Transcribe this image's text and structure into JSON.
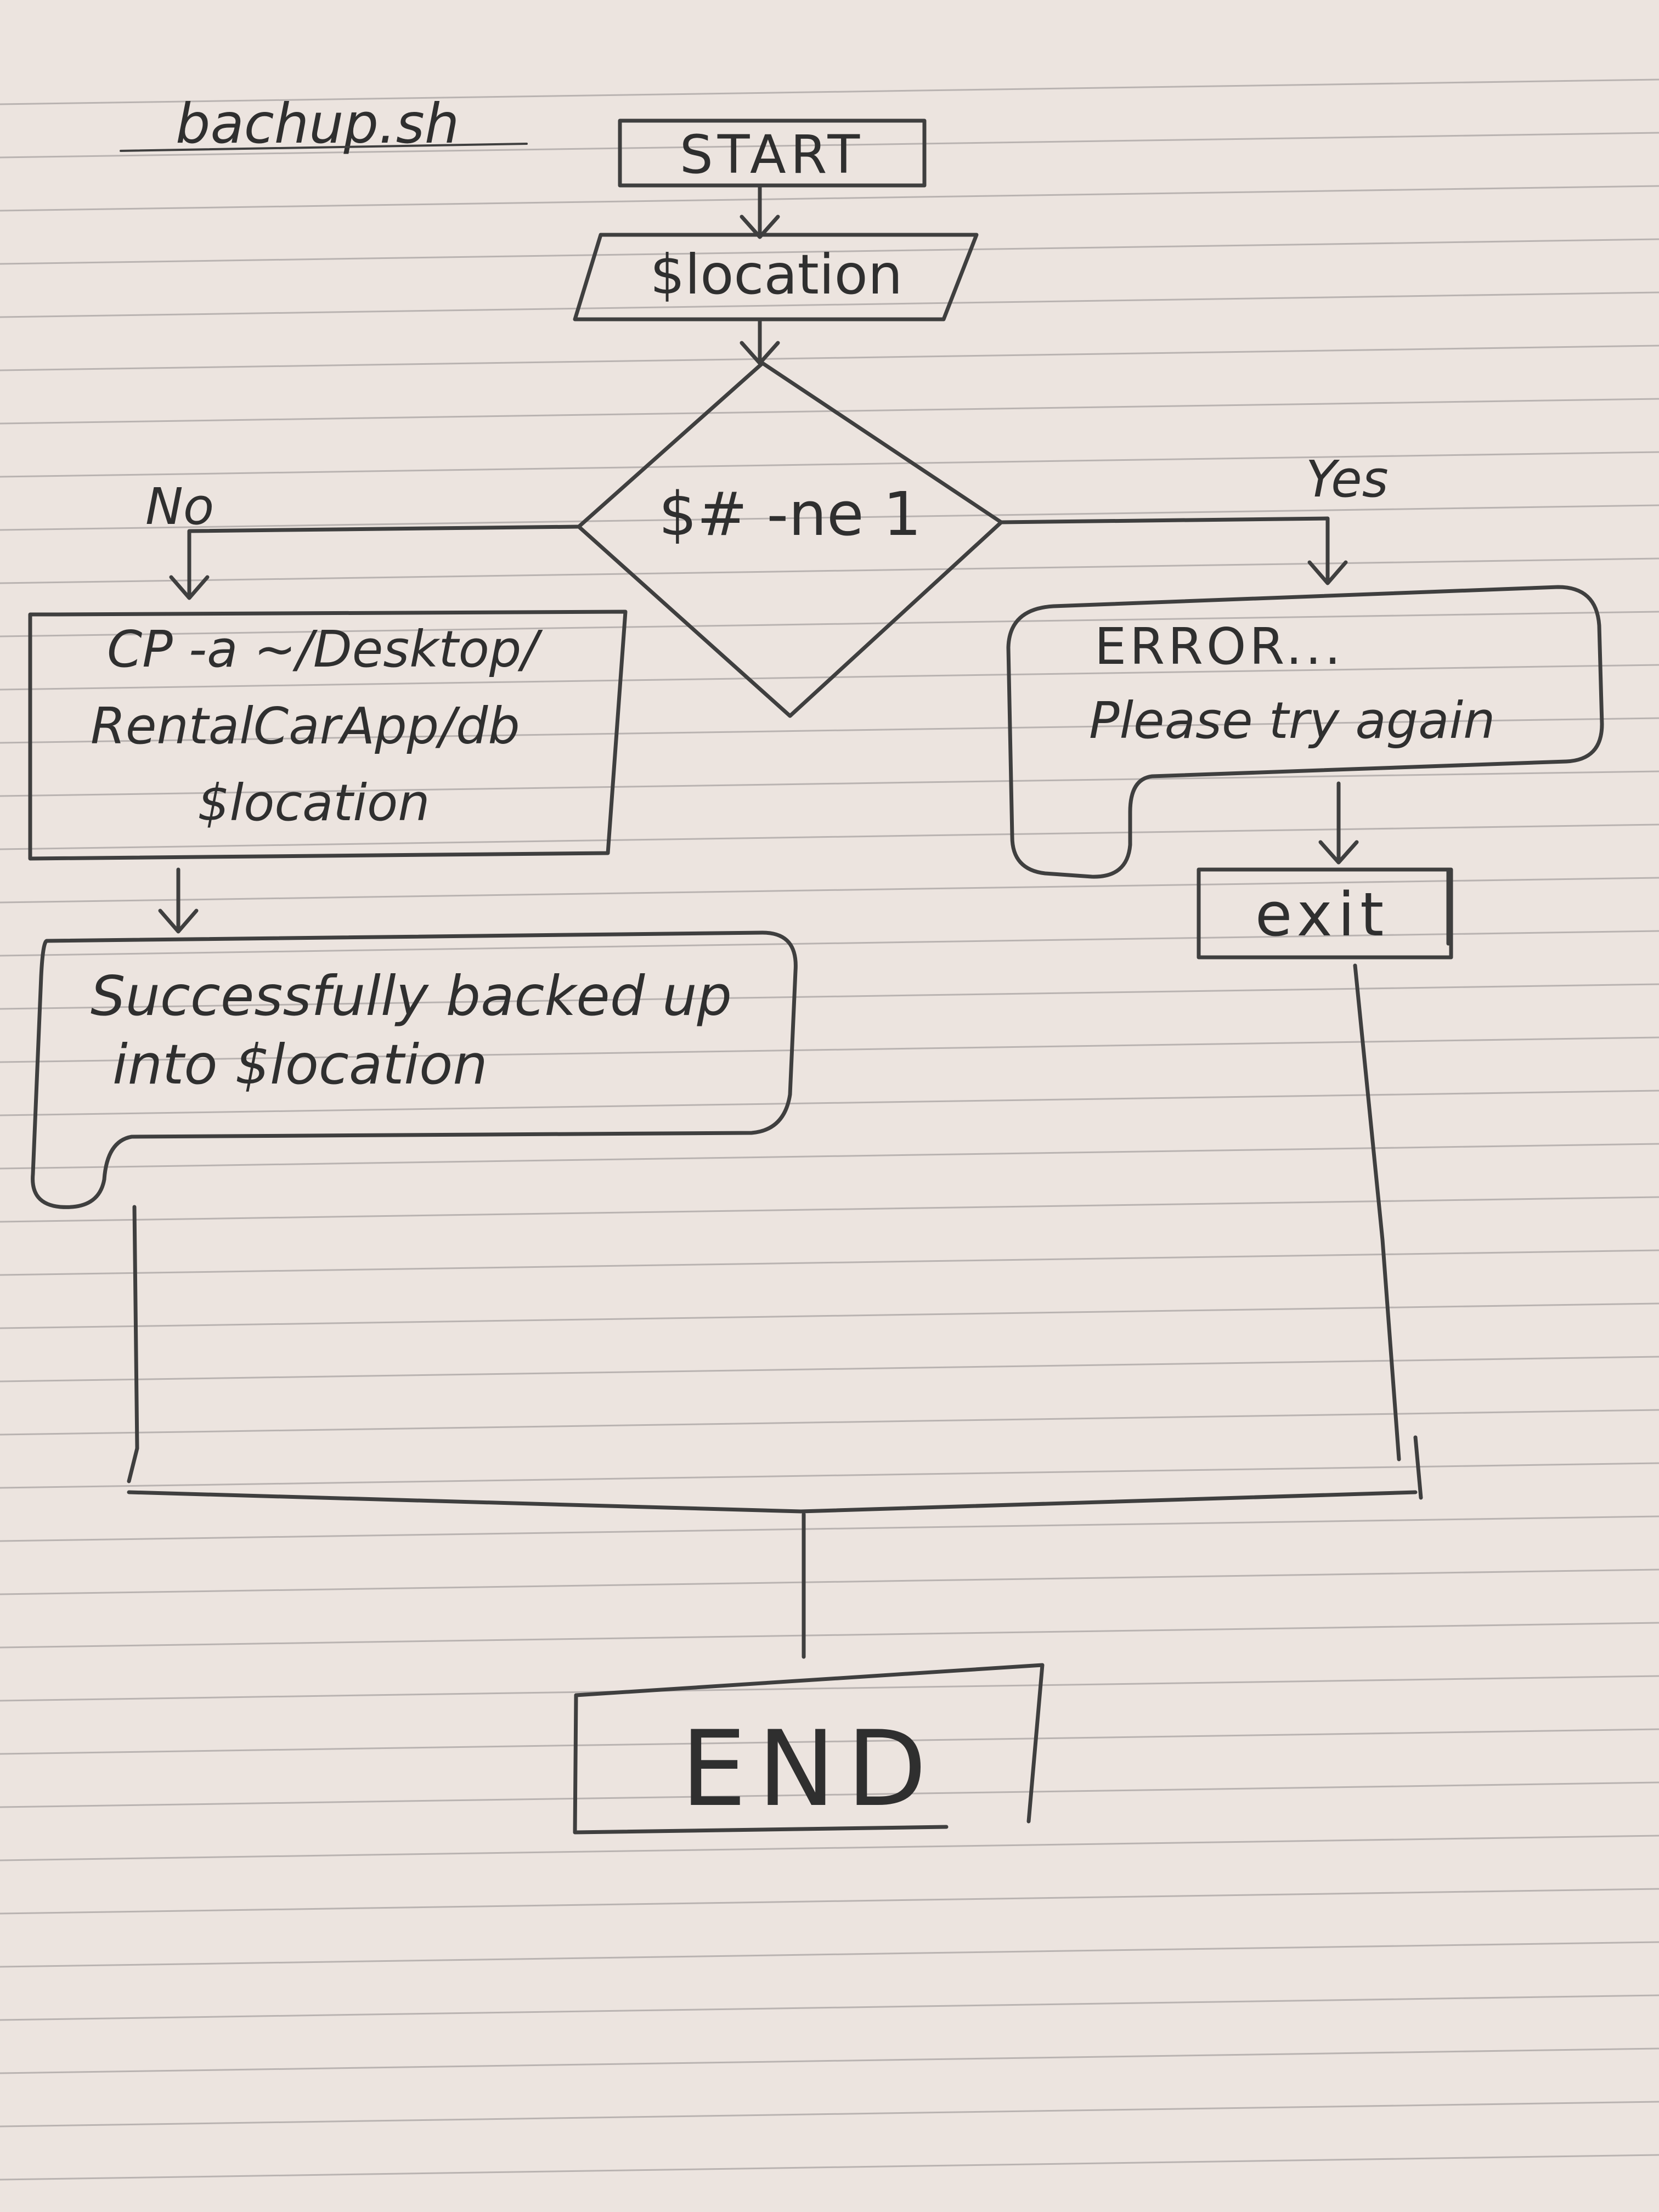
{
  "title": "bachup.sh",
  "nodes": {
    "start": "START",
    "input": "$location",
    "decision": "$# -ne 1",
    "copy": [
      "CP -a ~/Desktop/",
      "RentalCarApp/db",
      "$location"
    ],
    "success": [
      "Successfully backed up",
      "into $location"
    ],
    "error": [
      "ERROR...",
      "Please try again"
    ],
    "exit": "exit",
    "end": "END"
  },
  "edges": {
    "no_label": "No",
    "yes_label": "Yes"
  },
  "colors": {
    "paper": "#ece4df",
    "ink": "#3f3f3f",
    "rule": "#b9b3b1"
  }
}
